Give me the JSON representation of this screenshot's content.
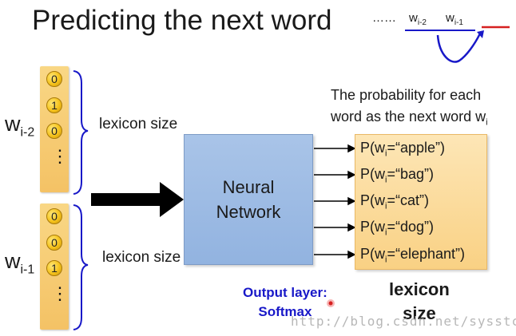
{
  "title": "Predicting the next word",
  "context": {
    "ellipsis": "……",
    "w": "w",
    "sub_a": "i-2",
    "sub_b": "i-1"
  },
  "inputs": [
    {
      "w": "w",
      "sub": "i-2",
      "values": [
        "0",
        "1",
        "0"
      ],
      "dots": "⋮",
      "brace_label": "lexicon size"
    },
    {
      "w": "w",
      "sub": "i-1",
      "values": [
        "0",
        "0",
        "1"
      ],
      "dots": "⋮",
      "brace_label": "lexicon size"
    }
  ],
  "network": {
    "label": "Neural Network"
  },
  "output": {
    "heading_line1": "The probability for each",
    "heading_line2": "word as the next word w",
    "heading_sub": "i",
    "rows": [
      {
        "prefix": "P(w",
        "sub": "i",
        "rest": "=“apple”)"
      },
      {
        "prefix": "P(w",
        "sub": "i",
        "rest": "=“bag”)"
      },
      {
        "prefix": "P(w",
        "sub": "i",
        "rest": "=“cat”)"
      },
      {
        "prefix": "P(w",
        "sub": "i",
        "rest": "=“dog”)"
      },
      {
        "prefix": "P(w",
        "sub": "i",
        "rest": "=“elephant”)"
      }
    ],
    "size_label_1": "lexicon",
    "size_label_2": "size"
  },
  "output_layer": {
    "line1": "Output layer:",
    "line2": "Softmax"
  },
  "watermark": "http://blog.csdn.net/sysstc",
  "colors": {
    "accent_blue": "#1818c8",
    "red_blank": "#d62020",
    "column": "#f4c265",
    "network": "#9db9e4",
    "outbox": "#fbdc9e"
  }
}
